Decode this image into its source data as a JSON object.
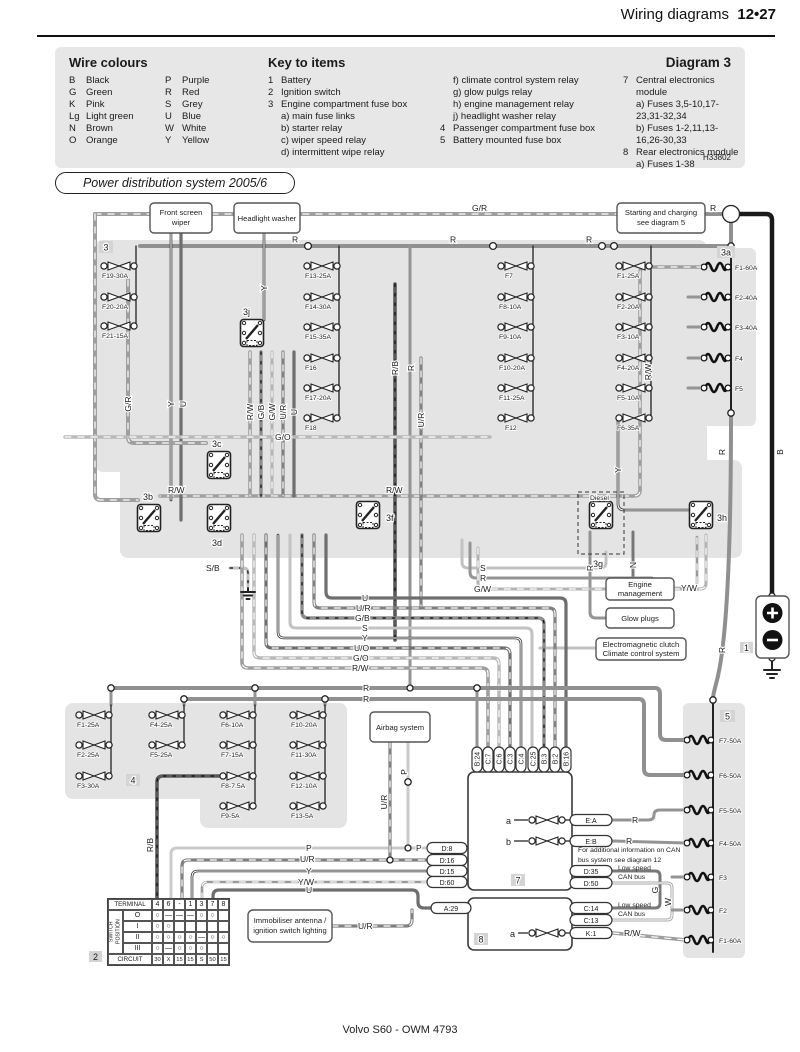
{
  "header": {
    "title": "Wiring diagrams",
    "page": "12•27"
  },
  "key": {
    "diagram_label": "Diagram 3",
    "ref": "H33802",
    "wire_colours": {
      "title": "Wire colours",
      "col1": [
        {
          "c": "B",
          "n": "Black"
        },
        {
          "c": "G",
          "n": "Green"
        },
        {
          "c": "K",
          "n": "Pink"
        },
        {
          "c": "Lg",
          "n": "Light green"
        },
        {
          "c": "N",
          "n": "Brown"
        },
        {
          "c": "O",
          "n": "Orange"
        }
      ],
      "col2": [
        {
          "c": "P",
          "n": "Purple"
        },
        {
          "c": "R",
          "n": "Red"
        },
        {
          "c": "S",
          "n": "Grey"
        },
        {
          "c": "U",
          "n": "Blue"
        },
        {
          "c": "W",
          "n": "White"
        },
        {
          "c": "Y",
          "n": "Yellow"
        }
      ]
    },
    "items": {
      "title": "Key to items",
      "col1": [
        {
          "n": "1",
          "t": "Battery"
        },
        {
          "n": "2",
          "t": "Ignition switch"
        },
        {
          "n": "3",
          "t": "Engine compartment fuse box"
        },
        {
          "n": "",
          "t": "a) main fuse links"
        },
        {
          "n": "",
          "t": "b) starter relay"
        },
        {
          "n": "",
          "t": "c) wiper speed relay"
        },
        {
          "n": "",
          "t": "d) intermittent wipe relay"
        }
      ],
      "col2": [
        {
          "n": "",
          "t": "f) climate control system relay"
        },
        {
          "n": "",
          "t": "g) glow pulgs relay"
        },
        {
          "n": "",
          "t": "h) engine management relay"
        },
        {
          "n": "",
          "t": "j) headlight washer relay"
        },
        {
          "n": "4",
          "t": "Passenger compartment fuse box"
        },
        {
          "n": "5",
          "t": "Battery mounted fuse box"
        }
      ],
      "col3": [
        {
          "n": "7",
          "t": "Central electronics module"
        },
        {
          "n": "",
          "t": "a) Fuses 3,5-10,17-23,31-32,34"
        },
        {
          "n": "",
          "t": "b) Fuses 1-2,11,13-16,26-30,33"
        },
        {
          "n": "8",
          "t": "Rear electronics module"
        },
        {
          "n": "",
          "t": "a) Fuses 1-38"
        }
      ]
    }
  },
  "title": "Power distribution system 2005/6",
  "boxes": {
    "wiper1": "Front screen",
    "wiper2": "wiper",
    "washer": "Headlight washer",
    "start1": "Starting and charging",
    "start2": "see diagram 5",
    "em1": "Engine",
    "em2": "management",
    "glow": "Glow plugs",
    "cl1": "Electromagnetic clutch",
    "cl2": "Climate control system",
    "ab": "Airbag system",
    "im1": "Immobiliser antenna /",
    "im2": "ignition switch lighting",
    "can1": "For additional information on CAN",
    "can2": "bus system see diagram 12",
    "ls1a": "Low speed",
    "ls1b": "CAN bus",
    "ls2a": "Low speed",
    "ls2b": "CAN bus"
  },
  "sections": {
    "n1": "1",
    "n2": "2",
    "n3": "3",
    "n3a": "3a",
    "n3b": "3b",
    "n3c": "3c",
    "n3d": "3d",
    "n3f": "3f",
    "n3g": "3g",
    "n3h": "3h",
    "n3j": "3j",
    "n4": "4",
    "n5": "5",
    "n7": "7",
    "n8": "8",
    "a7": "a",
    "b7": "b",
    "a8": "a",
    "diesel": "Diesel"
  },
  "fuses": {
    "s3a": [
      "F19-30A",
      "F20-20A",
      "F21-15A"
    ],
    "s3b": [
      "F13-25A",
      "F14-30A",
      "F15-35A",
      "F16",
      "F17-20A",
      "F18"
    ],
    "s3c": [
      "F7",
      "F8-10A",
      "F9-10A",
      "F10-20A",
      "F11-25A",
      "F12"
    ],
    "s3d": [
      "F1-25A",
      "F2-20A",
      "F3-10A",
      "F4-20A",
      "F5-10A",
      "F6-35A"
    ],
    "links3a": [
      "F1-60A",
      "F2-40A",
      "F3-40A",
      "F4",
      "F5"
    ],
    "s4": [
      "F1-25A",
      "F2-25A",
      "F3-30A",
      "F4-25A",
      "F5-25A",
      "F6-10A",
      "F7-15A",
      "F8-7.5A",
      "F9-5A",
      "F10-20A",
      "F11-30A",
      "F12-10A",
      "F13-5A"
    ],
    "links5": [
      "F7-50A",
      "F6-50A",
      "F5-50A",
      "F4-50A",
      "F3",
      "F2",
      "F1-60A"
    ]
  },
  "pins": {
    "top": [
      "B:24",
      "C:7",
      "C:6",
      "C:3",
      "C:4",
      "C:25",
      "B:3",
      "B:2",
      "B:16"
    ],
    "d": [
      "D:8",
      "D:16",
      "D:15",
      "D:60"
    ],
    "right7": [
      "E:A",
      "E:B",
      "D:35",
      "D:50"
    ],
    "m8": [
      "A:29",
      "C:14",
      "C:13",
      "K:1"
    ]
  },
  "wl": {
    "gr_top": "G/R",
    "r_top": "R",
    "b": "B",
    "r1": "R",
    "r2": "R",
    "r3": "R",
    "rw3a": "R/W",
    "r3a": "R",
    "r_bat": "R",
    "grl": "G/R",
    "yw1": "Y",
    "uw1": "U",
    "ywash": "Y",
    "c_rw": "R/W",
    "c_gb": "G/B",
    "c_gw": "G/W",
    "c_ur": "U/R",
    "c_u": "U",
    "rb1": "R/B",
    "rv": "R",
    "urv": "U/R",
    "yv": "Y",
    "go1": "G/O",
    "rw1": "R/W",
    "rw2": "R/W",
    "r3g": "R",
    "n3g": "N",
    "yw_em": "Y/W",
    "sb": "S/B",
    "s1": "S",
    "r4": "R",
    "gw1": "G/W",
    "row_u": "U",
    "row_ur": "U/R",
    "row_gb": "G/B",
    "row_s": "S",
    "row_y": "Y",
    "row_uo": "U/O",
    "row_go": "G/O",
    "row_rw": "R/W",
    "row_r1": "R",
    "row_r2": "R",
    "rb2": "R/B",
    "p_a": "P",
    "ur_a": "U/R",
    "p1": "P",
    "ur1": "U/R",
    "y1": "Y",
    "yw2": "Y/W",
    "u1": "U",
    "p2": "P",
    "ur_im": "U/R",
    "ea_r": "R",
    "eb_r": "R",
    "g": "G",
    "w": "W",
    "rw_k": "R/W"
  },
  "table": {
    "terminal": "TERMINAL",
    "switch_position": "SWITCH POSITION",
    "circuit": "CIRCUIT",
    "cols": [
      "4",
      "6",
      "-",
      "1",
      "3",
      "7",
      "8"
    ],
    "rows": [
      {
        "pos": "O",
        "cells": [
          "○",
          "—",
          "—",
          "—",
          "○",
          "○",
          ""
        ]
      },
      {
        "pos": "I",
        "cells": [
          "○",
          "○",
          "",
          "",
          "",
          "",
          ""
        ]
      },
      {
        "pos": "II",
        "cells": [
          "○",
          "○",
          "○",
          "○",
          "—",
          "○",
          "○"
        ]
      },
      {
        "pos": "III",
        "cells": [
          "○",
          "—",
          "○",
          "○",
          "○",
          "",
          ""
        ]
      }
    ],
    "circuit_values": [
      "30",
      "X",
      "15",
      "15",
      "S",
      "50",
      "15"
    ]
  },
  "footer": "Volvo S60 - OWM 4793"
}
